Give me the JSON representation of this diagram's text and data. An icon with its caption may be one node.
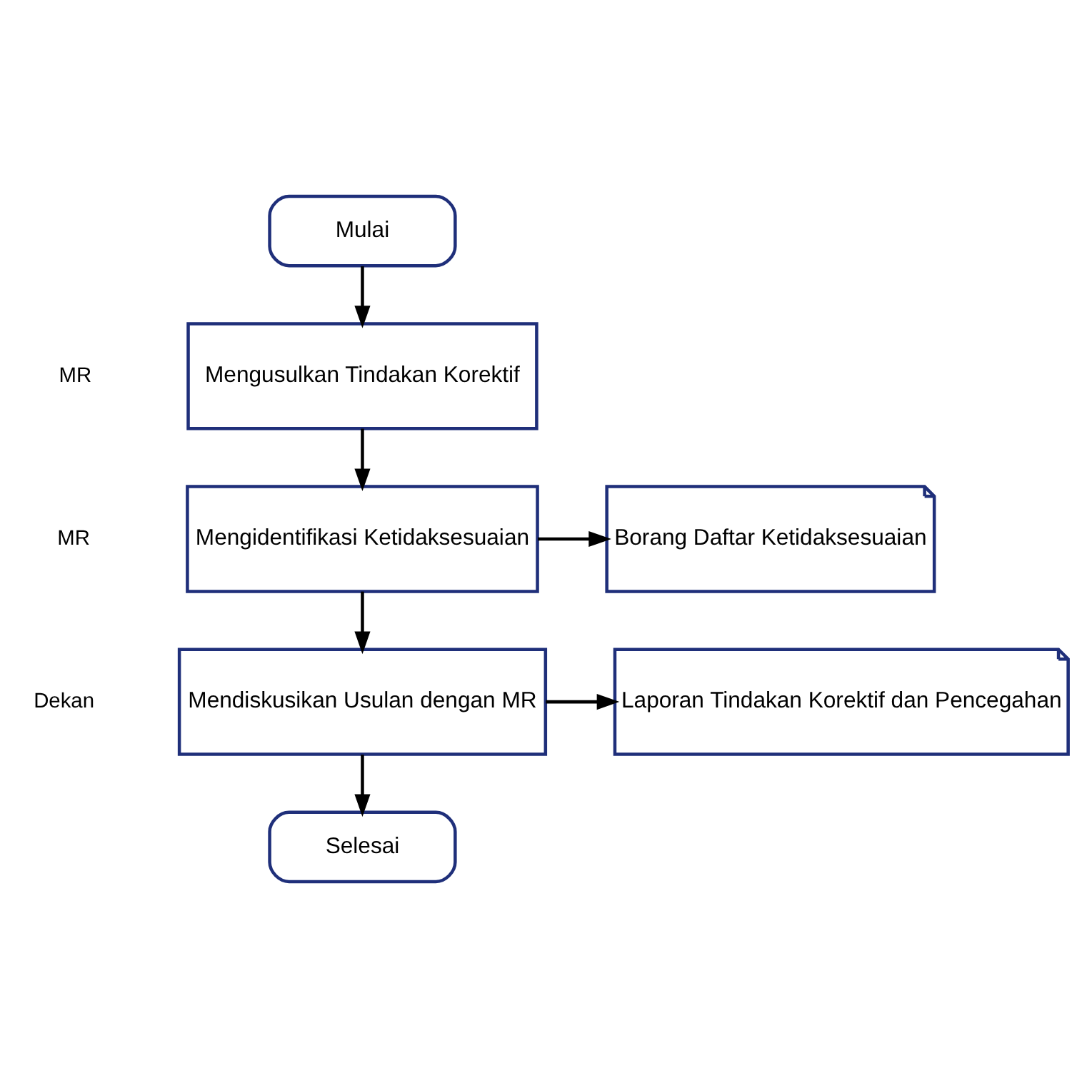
{
  "diagram": {
    "nodes": [
      {
        "text": [
          "Mulai"
        ]
      },
      {
        "text": [
          "Mengusulkan Tindakan Korektif"
        ]
      },
      {
        "text": [
          "Mengidentifikasi Ketidaksesuaian"
        ]
      },
      {
        "text": [
          "Borang Daftar Ketidaksesuaian"
        ]
      },
      {
        "text": [
          "Mendiskusikan Usulan dengan MR"
        ]
      },
      {
        "text": [
          "Laporan Tindakan Korektif dan Pencegahan"
        ]
      },
      {
        "text": [
          "Selesai"
        ]
      }
    ],
    "edges": [
      {
        "from": 0,
        "to": 1,
        "arrow": "to"
      },
      {
        "from": 1,
        "to": 2,
        "arrow": "to"
      },
      {
        "from": 2,
        "to": 3,
        "arrow": "to"
      },
      {
        "from": 2,
        "to": 4,
        "arrow": "to"
      },
      {
        "from": 4,
        "to": 5,
        "arrow": "to"
      },
      {
        "from": 4,
        "to": 6,
        "arrow": "to"
      }
    ],
    "labels": [
      "MR",
      "MR",
      "Dekan"
    ]
  }
}
